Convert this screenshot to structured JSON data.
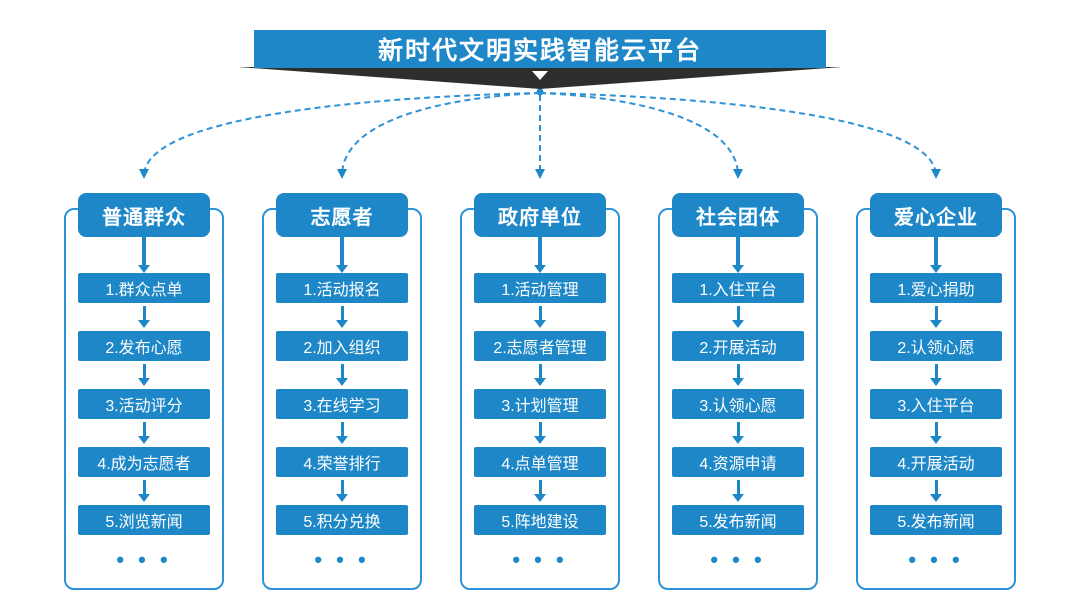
{
  "title": "新时代文明实践智能云平台",
  "ellipsis": "• • •",
  "colors": {
    "primary_blue": "#1e87c8",
    "outline_blue": "#2e93d6",
    "ribbon_dark": "#2e2e2e",
    "text_white": "#ffffff"
  },
  "columns": [
    {
      "header": "普通群众",
      "items": [
        "1.群众点单",
        "2.发布心愿",
        "3.活动评分",
        "4.成为志愿者",
        "5.浏览新闻"
      ]
    },
    {
      "header": "志愿者",
      "items": [
        "1.活动报名",
        "2.加入组织",
        "3.在线学习",
        "4.荣誉排行",
        "5.积分兑换"
      ]
    },
    {
      "header": "政府单位",
      "items": [
        "1.活动管理",
        "2.志愿者管理",
        "3.计划管理",
        "4.点单管理",
        "5.阵地建设"
      ]
    },
    {
      "header": "社会团体",
      "items": [
        "1.入住平台",
        "2.开展活动",
        "3.认领心愿",
        "4.资源申请",
        "5.发布新闻"
      ]
    },
    {
      "header": "爱心企业",
      "items": [
        "1.爱心捐助",
        "2.认领心愿",
        "3.入住平台",
        "4.开展活动",
        "5.发布新闻"
      ]
    }
  ]
}
